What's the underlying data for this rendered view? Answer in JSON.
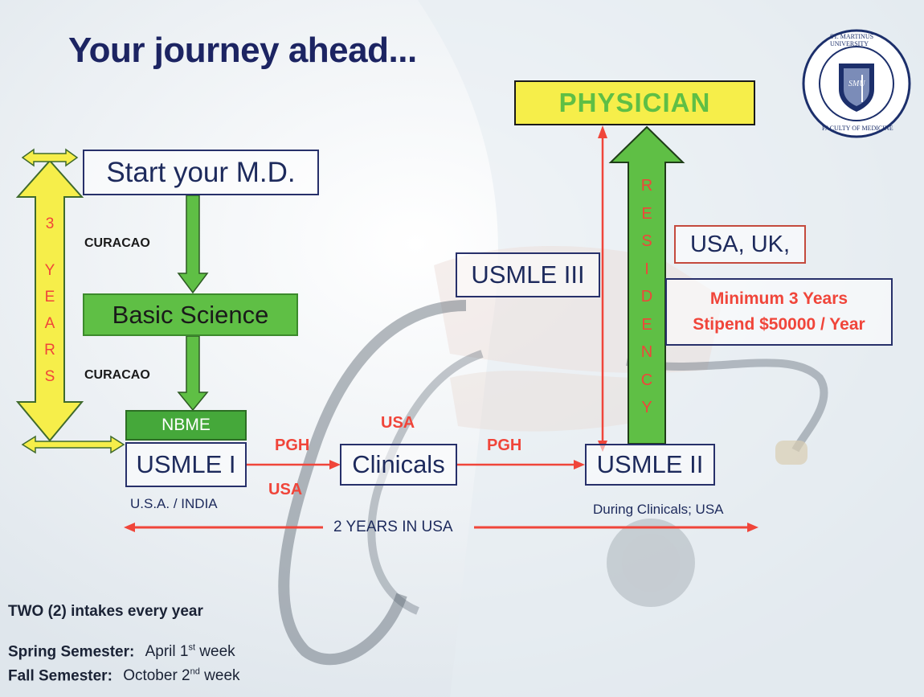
{
  "title": "Your journey ahead...",
  "logo": {
    "ring_top": "ST. MARTINUS UNIVERSITY",
    "ring_bottom": "FACULTY OF MEDICINE",
    "monogram": "SMU"
  },
  "nodes": {
    "start": "Start your M.D.",
    "basic_science": "Basic Science",
    "nbme": "NBME",
    "usmle1": "USMLE I",
    "clinicals": "Clinicals",
    "usmle2": "USMLE II",
    "usmle3": "USMLE III",
    "physician": "PHYSICIAN",
    "residency": [
      "R",
      "E",
      "S",
      "I",
      "D",
      "E",
      "N",
      "C",
      "Y"
    ],
    "countries": "USA, UK,"
  },
  "years_label": [
    "3",
    "Y",
    "E",
    "A",
    "R",
    "S"
  ],
  "labels": {
    "curacao_1": "CURACAO",
    "curacao_2": "CURACAO",
    "usa_india": "U.S.A. / INDIA",
    "pgh_1": "PGH",
    "usa_below": "USA",
    "usa_top": "USA",
    "pgh_2": "PGH",
    "during_clinicals": "During Clinicals; USA",
    "two_years": "2 YEARS IN USA"
  },
  "residency_info": {
    "line1": "Minimum 3 Years",
    "line2": "Stipend $50000 / Year"
  },
  "footer": {
    "intakes": "TWO (2) intakes every year",
    "spring_label": "Spring Semester:",
    "spring_value": "April 1",
    "spring_sup": "st",
    "spring_suffix": " week",
    "fall_label": "Fall Semester:",
    "fall_value": "October 2",
    "fall_sup": "nd",
    "fall_suffix": " week"
  },
  "colors": {
    "navy": "#1c2462",
    "green": "#5fbf45",
    "yellow": "#f6ee4a",
    "red": "#f0453a"
  }
}
